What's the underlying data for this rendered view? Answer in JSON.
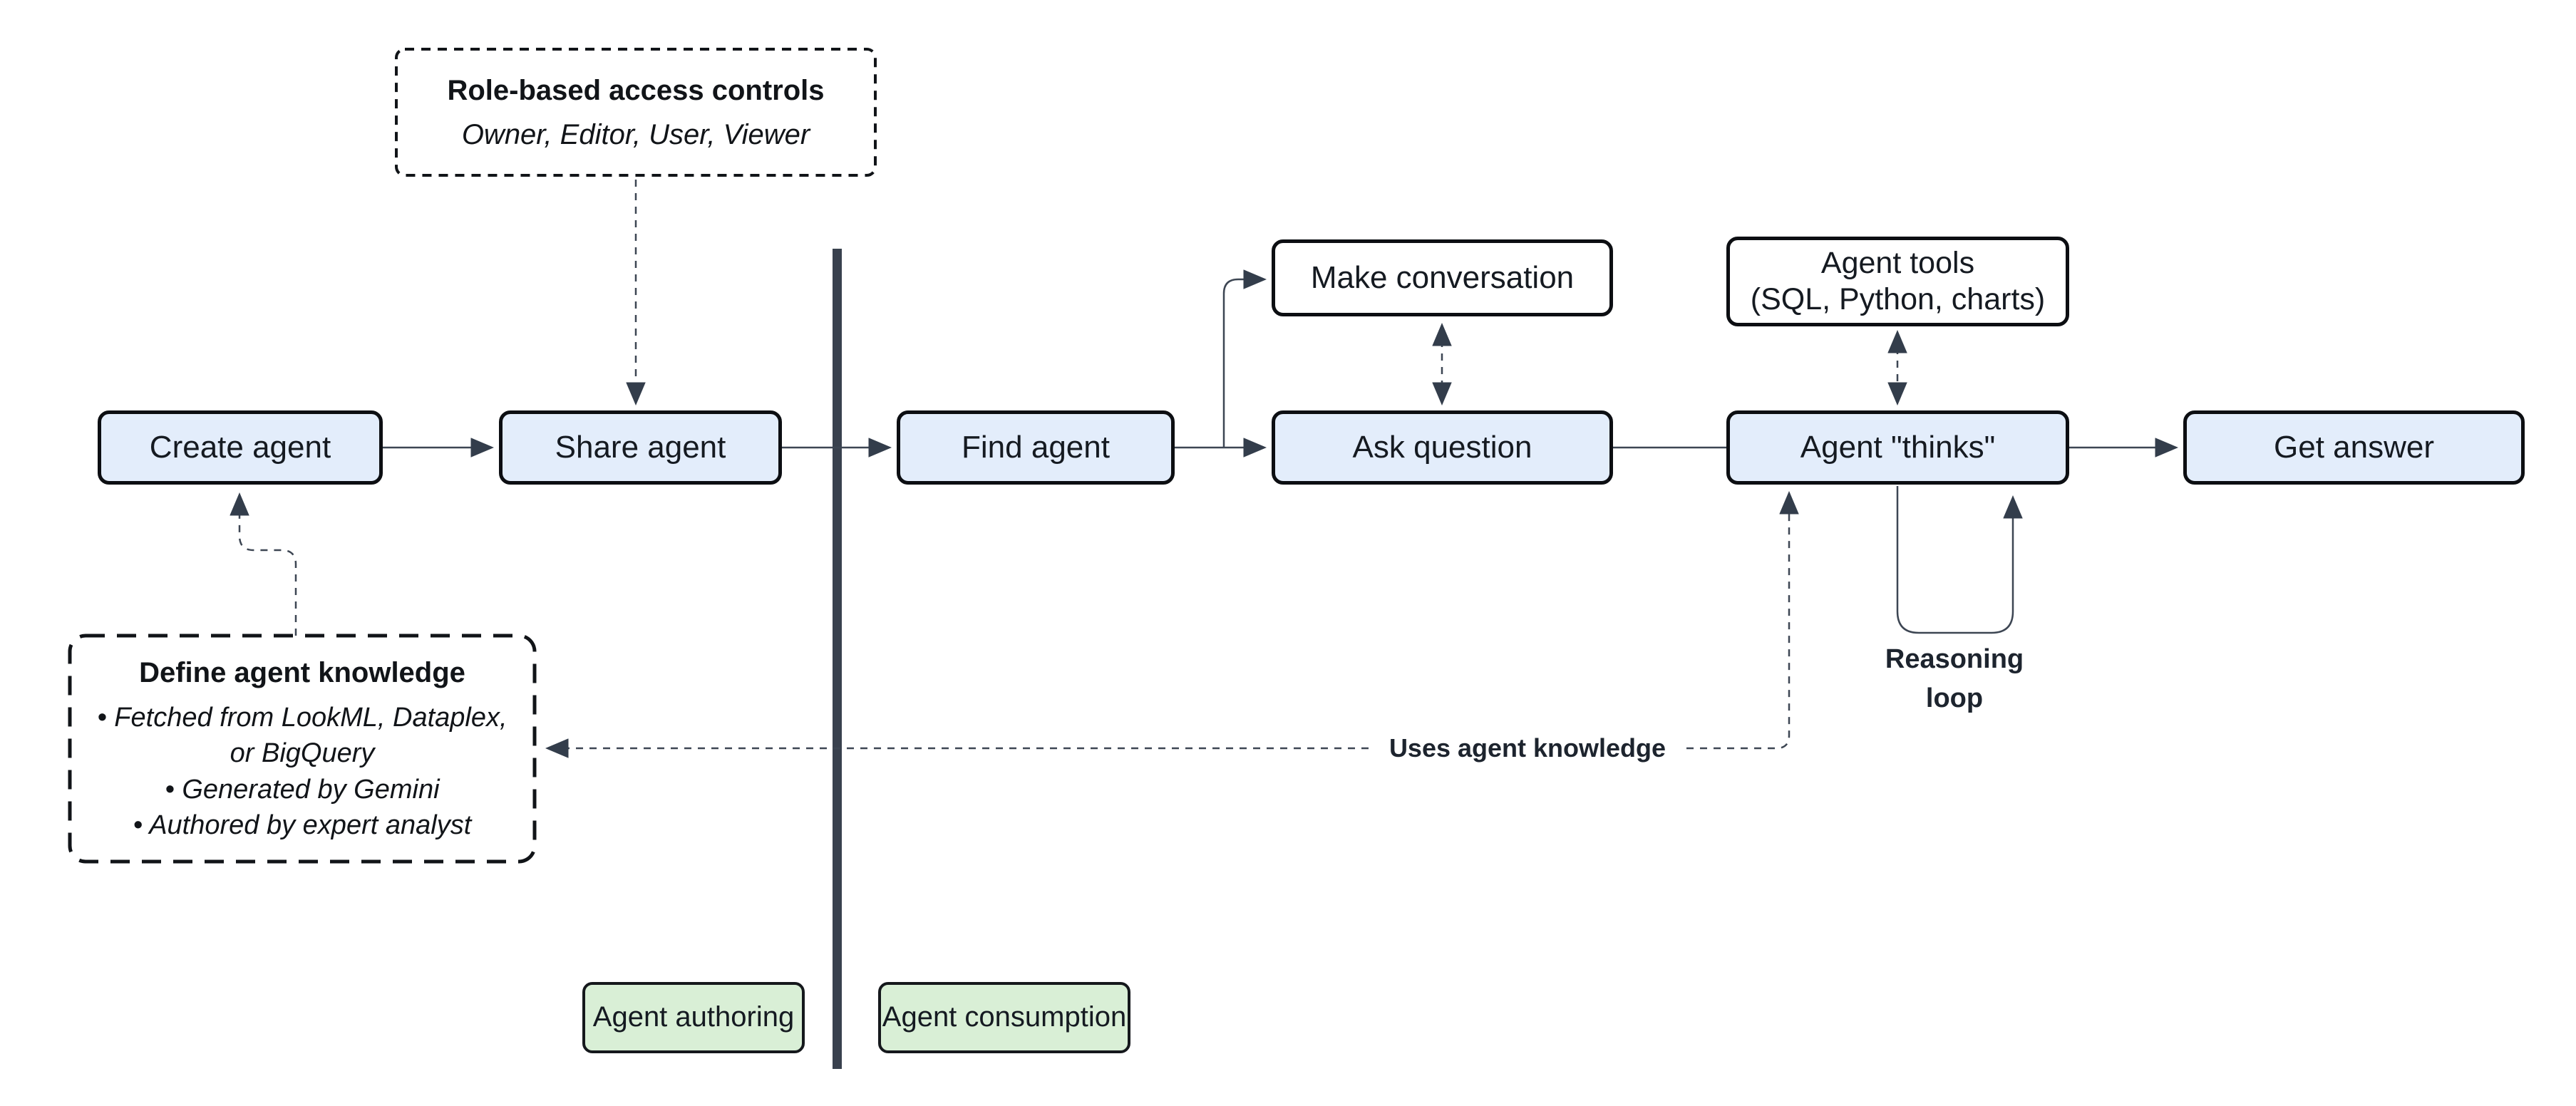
{
  "diagram": {
    "nodes": {
      "create_agent": {
        "label": "Create agent"
      },
      "share_agent": {
        "label": "Share agent"
      },
      "find_agent": {
        "label": "Find agent"
      },
      "ask_question": {
        "label": "Ask question"
      },
      "agent_thinks": {
        "label": "Agent \"thinks\""
      },
      "get_answer": {
        "label": "Get answer"
      },
      "make_conversation": {
        "label": "Make conversation"
      },
      "agent_tools": {
        "line1": "Agent tools",
        "line2": "(SQL, Python, charts)"
      }
    },
    "notes": {
      "rbac": {
        "title": "Role-based access controls",
        "subtitle": "Owner, Editor, User, Viewer"
      },
      "knowledge": {
        "title": "Define agent knowledge",
        "bullets": [
          "• Fetched from LookML, Dataplex,",
          "or BigQuery",
          "• Generated by Gemini",
          "• Authored by expert analyst"
        ]
      }
    },
    "labels": {
      "uses_knowledge": "Uses agent knowledge",
      "reasoning_line1": "Reasoning",
      "reasoning_line2": "loop"
    },
    "lanes": {
      "authoring": "Agent authoring",
      "consumption": "Agent consumption"
    },
    "colors": {
      "node_fill": "#e3edfb",
      "node_border": "#0c0e12",
      "white_fill": "#ffffff",
      "lane_fill": "#d9efd6",
      "lane_border": "#15181c",
      "wire": "#3d4653",
      "arrowhead": "#333d4b",
      "divider": "#39414e",
      "text": "#151a21"
    }
  }
}
